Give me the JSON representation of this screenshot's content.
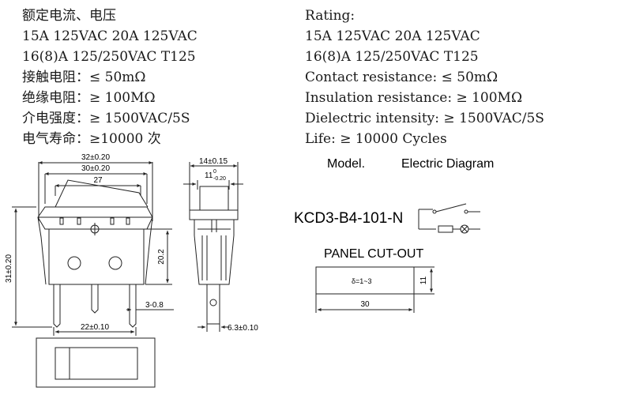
{
  "specs_cn": [
    "额定电流、电压",
    "15A 125VAC  20A 125VAC",
    "16(8)A 125/250VAC T125",
    "接触电阻：≤ 50mΩ",
    "绝缘电阻：≥ 100MΩ",
    "介电强度：≥ 1500VAC/5S",
    "电气寿命：≥10000 次"
  ],
  "specs_en": [
    "Rating:",
    "15A 125VAC  20A 125VAC",
    "16(8)A 125/250VAC T125",
    "Contact resistance: ≤ 50mΩ",
    "Insulation resistance: ≥ 100MΩ",
    "Dielectric intensity: ≥ 1500VAC/5S",
    "Life: ≥ 10000 Cycles"
  ],
  "headers": {
    "model": "Model.",
    "electric_diagram": "Electric Diagram",
    "panel_cutout": "PANEL CUT-OUT"
  },
  "model_number": "KCD3-B4-101-N",
  "dimensions": {
    "front_width_outer": "32±0.20",
    "front_width_mid": "30±0.20",
    "front_width_rocker": "27",
    "front_height_total": "31±0.20",
    "front_height_body": "20.2",
    "terminal_spacing": "22±0.10",
    "terminal_gap": "3-0.8",
    "side_width_outer": "14±0.15",
    "side_width_inner": "11",
    "side_tol_upper": "0",
    "side_tol_lower": "-0.20",
    "terminal_width": "6.3±0.10",
    "cutout_thickness": "δ=1~3",
    "cutout_height": "11",
    "cutout_width": "30"
  }
}
